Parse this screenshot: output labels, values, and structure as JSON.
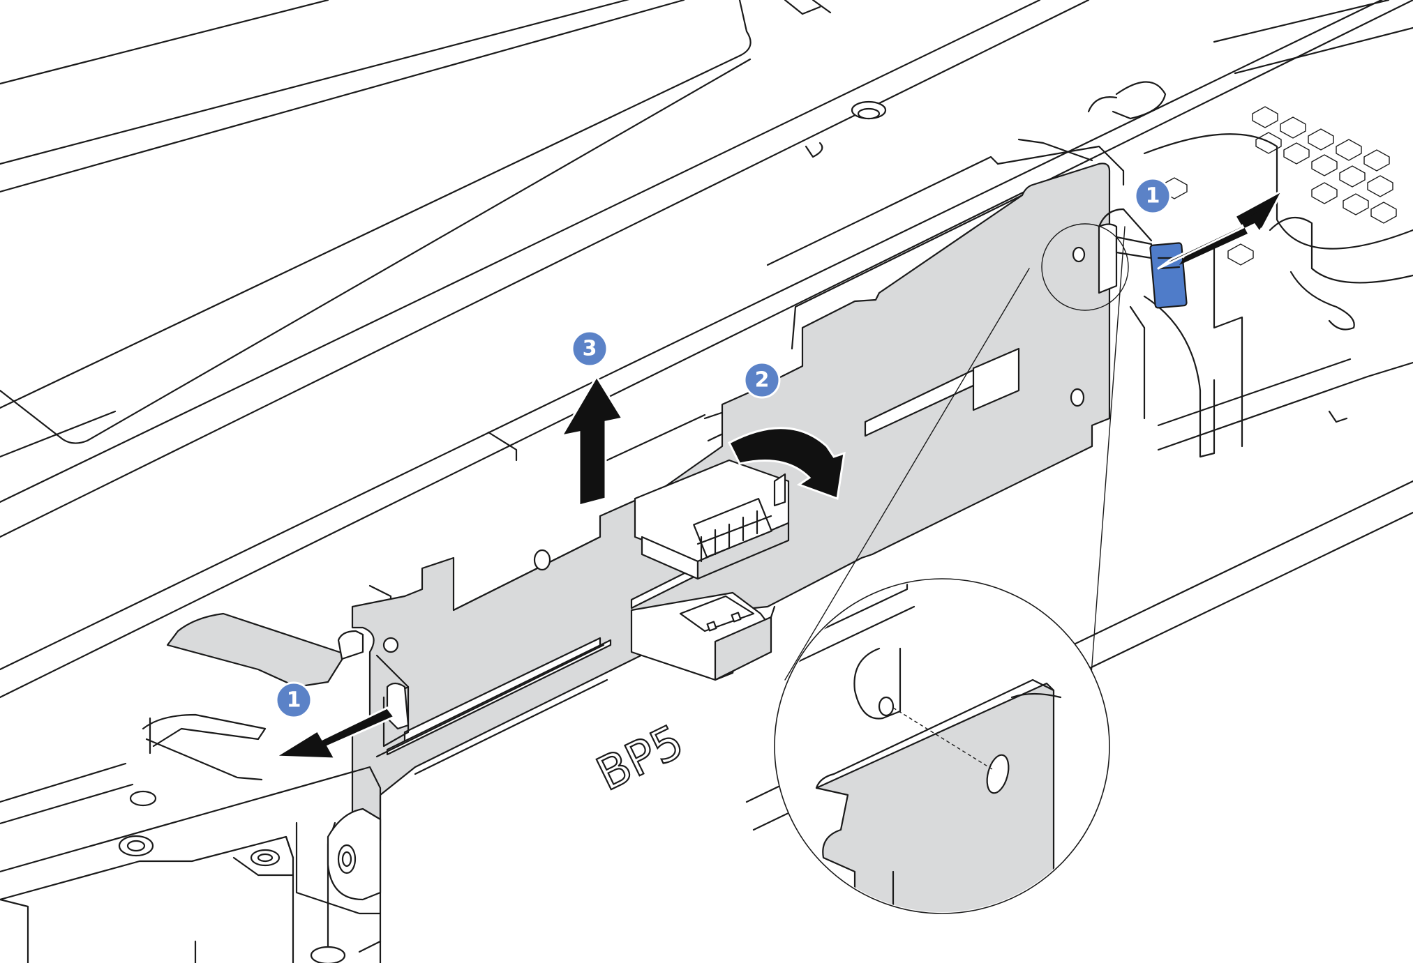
{
  "figure": {
    "backplane_label": "BP5",
    "callouts": [
      {
        "id": "callout-1-top-right",
        "label": "1"
      },
      {
        "id": "callout-1-bottom-left",
        "label": "1"
      },
      {
        "id": "callout-2",
        "label": "2"
      },
      {
        "id": "callout-3",
        "label": "3"
      }
    ],
    "colors": {
      "callout": "#5b82c7",
      "latch": "#4f7cc9",
      "plate": "#d9dadb",
      "line": "#1a1a1a",
      "arrow": "#111111"
    }
  }
}
